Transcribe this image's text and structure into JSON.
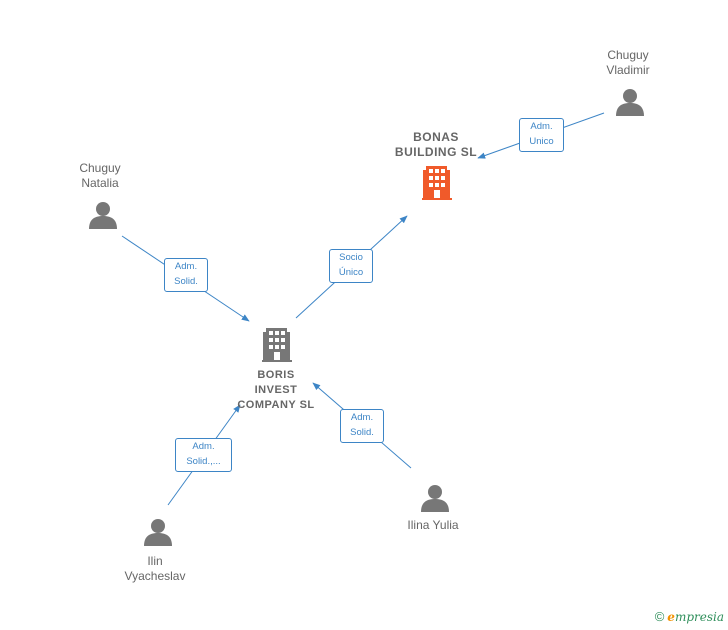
{
  "nodes": {
    "bonas": {
      "label": "BONAS\nBUILDING  SL",
      "type": "company",
      "color": "#f05a2a"
    },
    "boris": {
      "label": "BORIS\nINVEST\nCOMPANY SL",
      "type": "company",
      "color": "#777777"
    },
    "vladimir": {
      "label": "Chuguy\nVladimir",
      "type": "person"
    },
    "natalia": {
      "label": "Chuguy\nNatalia",
      "type": "person"
    },
    "yulia": {
      "label": "Ilina Yulia",
      "type": "person"
    },
    "vyacheslav": {
      "label": "Ilin\nVyacheslav",
      "type": "person"
    }
  },
  "edges": {
    "vladimir_bonas": "Adm.\nUnico",
    "boris_bonas": "Socio\nÚnico",
    "natalia_boris": "Adm.\nSolid.",
    "yulia_boris": "Adm.\nSolid.",
    "vyacheslav_boris": "Adm.\nSolid.,..."
  },
  "footer": {
    "copyright": "©",
    "brand_e": "e",
    "brand_rest": "mpresia"
  },
  "colors": {
    "edge": "#3d85c6",
    "person": "#777777",
    "company_main": "#f05a2a",
    "company_other": "#777777"
  }
}
